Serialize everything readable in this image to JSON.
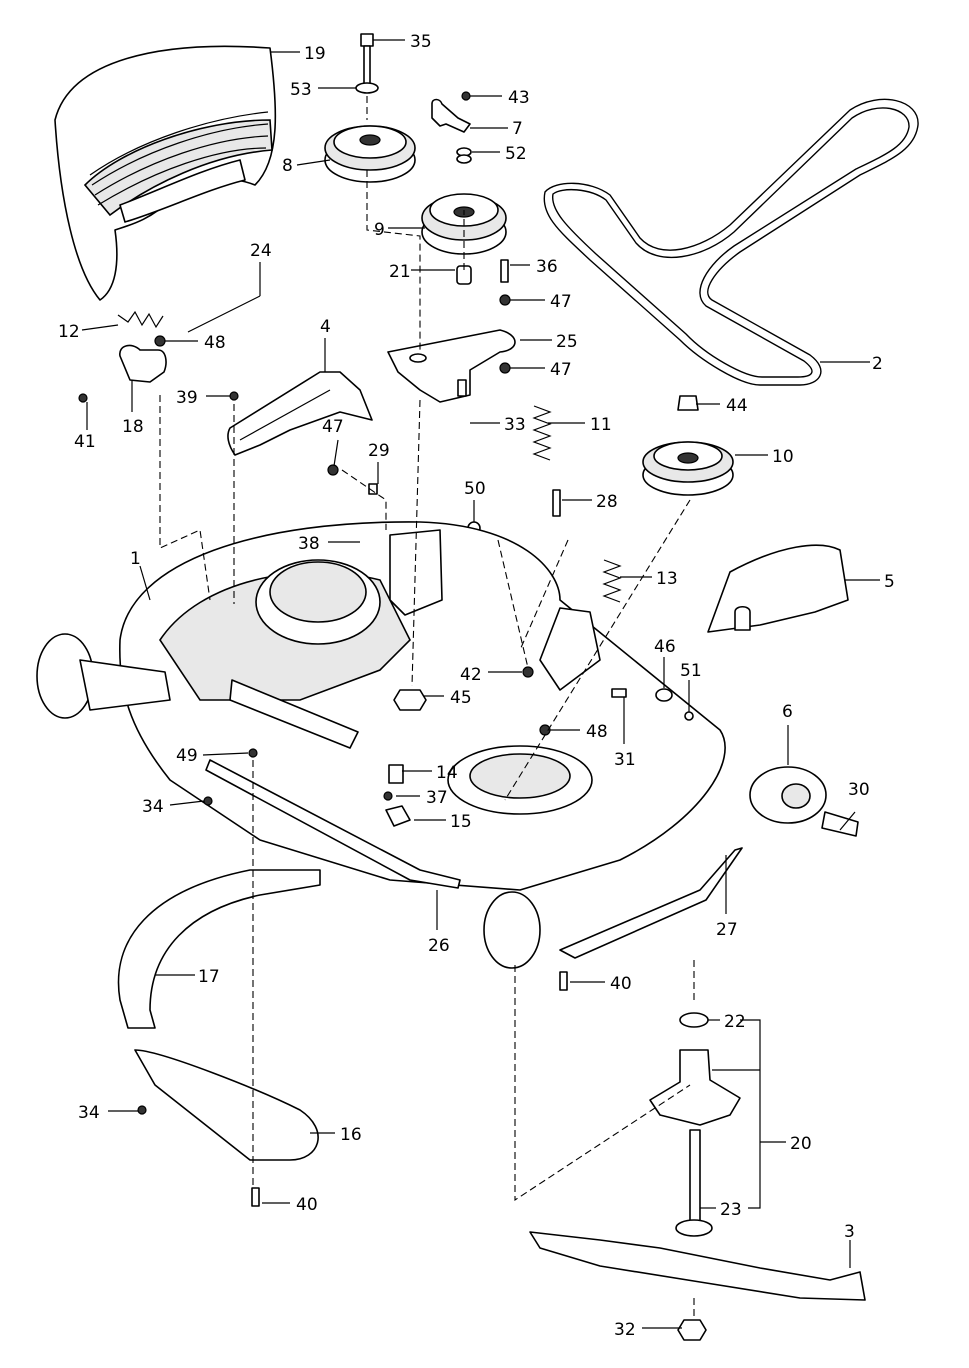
{
  "diagram": {
    "callouts": [
      "1",
      "2",
      "3",
      "4",
      "5",
      "6",
      "7",
      "8",
      "9",
      "10",
      "11",
      "12",
      "13",
      "14",
      "15",
      "16",
      "17",
      "18",
      "19",
      "20",
      "21",
      "22",
      "23",
      "24",
      "25",
      "26",
      "27",
      "28",
      "29",
      "30",
      "31",
      "32",
      "33",
      "34",
      "34",
      "35",
      "36",
      "37",
      "38",
      "39",
      "40",
      "40",
      "41",
      "42",
      "43",
      "44",
      "45",
      "46",
      "47",
      "47",
      "47",
      "48",
      "48",
      "49",
      "50",
      "51",
      "52",
      "53"
    ]
  }
}
